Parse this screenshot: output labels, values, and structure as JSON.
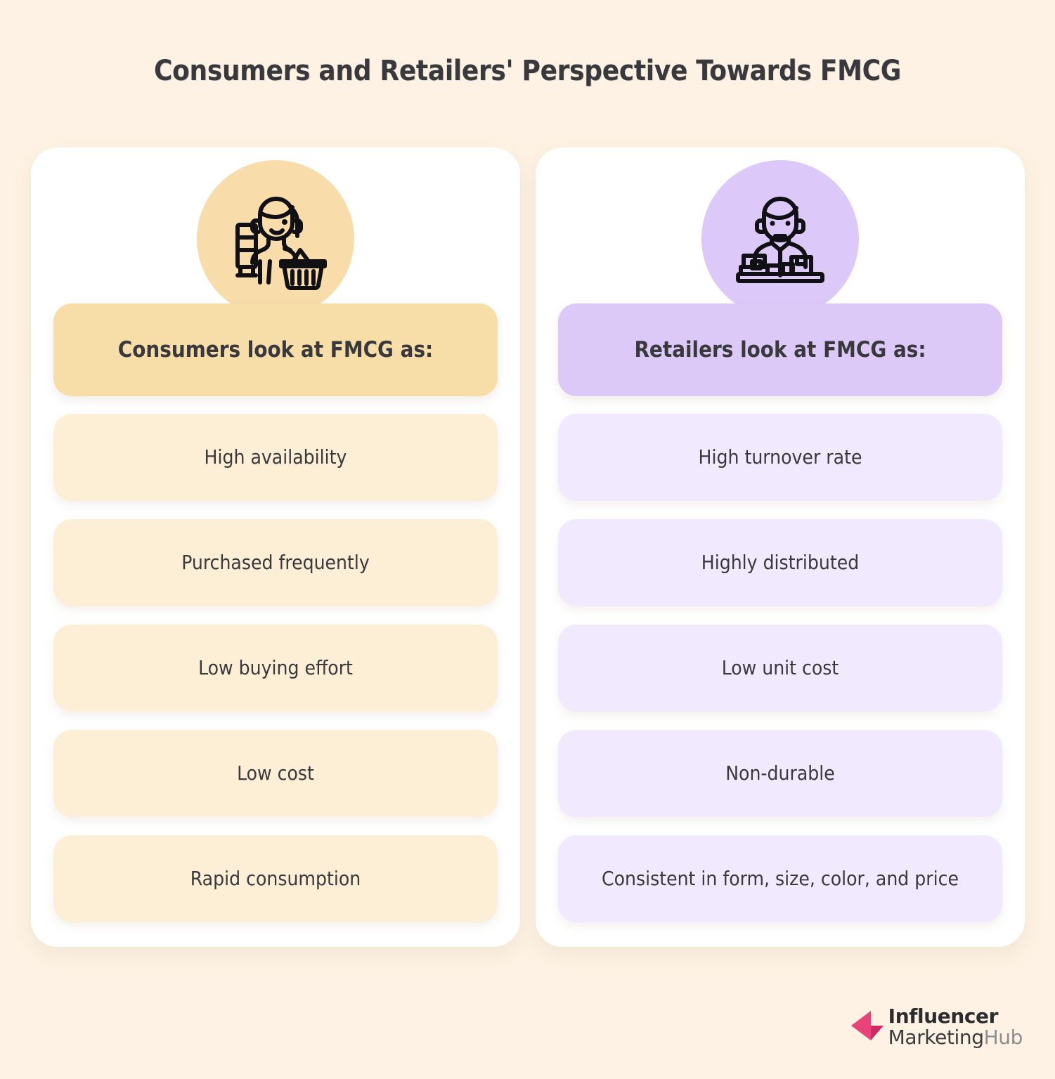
{
  "title": "Consumers and Retailers' Perspective Towards FMCG",
  "colors": {
    "page_background": "#FDF2E3",
    "card_background": "#FFFFFF",
    "consumer_header_pill": "#F7DEA8",
    "consumer_item_pill": "#FDEFD5",
    "consumer_icon_circle": "#F8DDAA",
    "retailer_header_pill": "#DCC9F8",
    "retailer_item_pill": "#F1E9FD",
    "retailer_icon_circle": "#DDC9F9",
    "text": "#39383C",
    "logo_accent": "#E9437A"
  },
  "columns": [
    {
      "key": "consumers",
      "icon_name": "female-shopper-with-basket-icon",
      "header": "Consumers look at FMCG as:",
      "items": [
        "High availability",
        "Purchased frequently",
        "Low buying effort",
        "Low cost",
        "Rapid consumption"
      ]
    },
    {
      "key": "retailers",
      "icon_name": "retailer-at-counter-with-boxes-icon",
      "header": "Retailers look at FMCG as:",
      "items": [
        "High turnover rate",
        "Highly distributed",
        "Low unit cost",
        "Non-durable",
        "Consistent in form, size, color, and price"
      ]
    }
  ],
  "logo": {
    "mark_name": "influencer-marketing-hub-arrow-icon",
    "line1": "Influencer",
    "line2_part1": "Marketing",
    "line2_part2": "Hub"
  }
}
